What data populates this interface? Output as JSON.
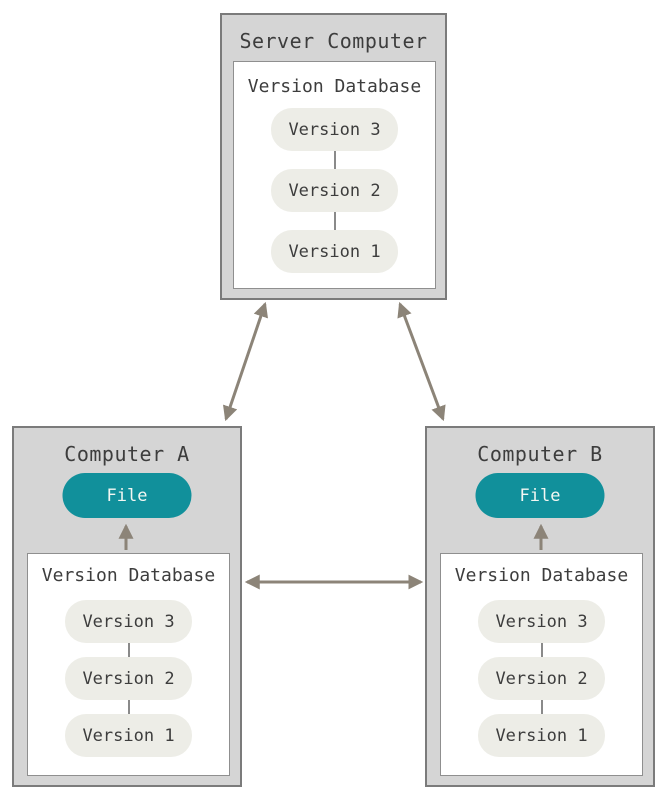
{
  "colors": {
    "accent_teal": "#11909b",
    "arrow": "#8c8478",
    "box_fill": "#d5d5d5",
    "box_border": "#7b7b7b",
    "inner_fill": "#ffffff",
    "inner_border": "#8f8f8f",
    "pill_fill": "#edede7",
    "connector": "#8a8a8a",
    "text": "#3d3d3d",
    "file_text": "#f4f7f3"
  },
  "nodes": {
    "server": {
      "title": "Server Computer",
      "database": {
        "title": "Version Database",
        "versions": [
          "Version 3",
          "Version 2",
          "Version 1"
        ]
      }
    },
    "computer_a": {
      "title": "Computer A",
      "file_label": "File",
      "database": {
        "title": "Version Database",
        "versions": [
          "Version 3",
          "Version 2",
          "Version 1"
        ]
      }
    },
    "computer_b": {
      "title": "Computer B",
      "file_label": "File",
      "database": {
        "title": "Version Database",
        "versions": [
          "Version 3",
          "Version 2",
          "Version 1"
        ]
      }
    }
  },
  "connections": [
    {
      "from": "server-computer",
      "to": "computer-a",
      "style": "bidirectional-arrow"
    },
    {
      "from": "server-computer",
      "to": "computer-b",
      "style": "bidirectional-arrow"
    },
    {
      "from": "computer-a",
      "to": "computer-b",
      "style": "bidirectional-arrow"
    },
    {
      "from": "version-database-a",
      "to": "file-a",
      "style": "arrow-up"
    },
    {
      "from": "version-database-b",
      "to": "file-b",
      "style": "arrow-up"
    }
  ]
}
